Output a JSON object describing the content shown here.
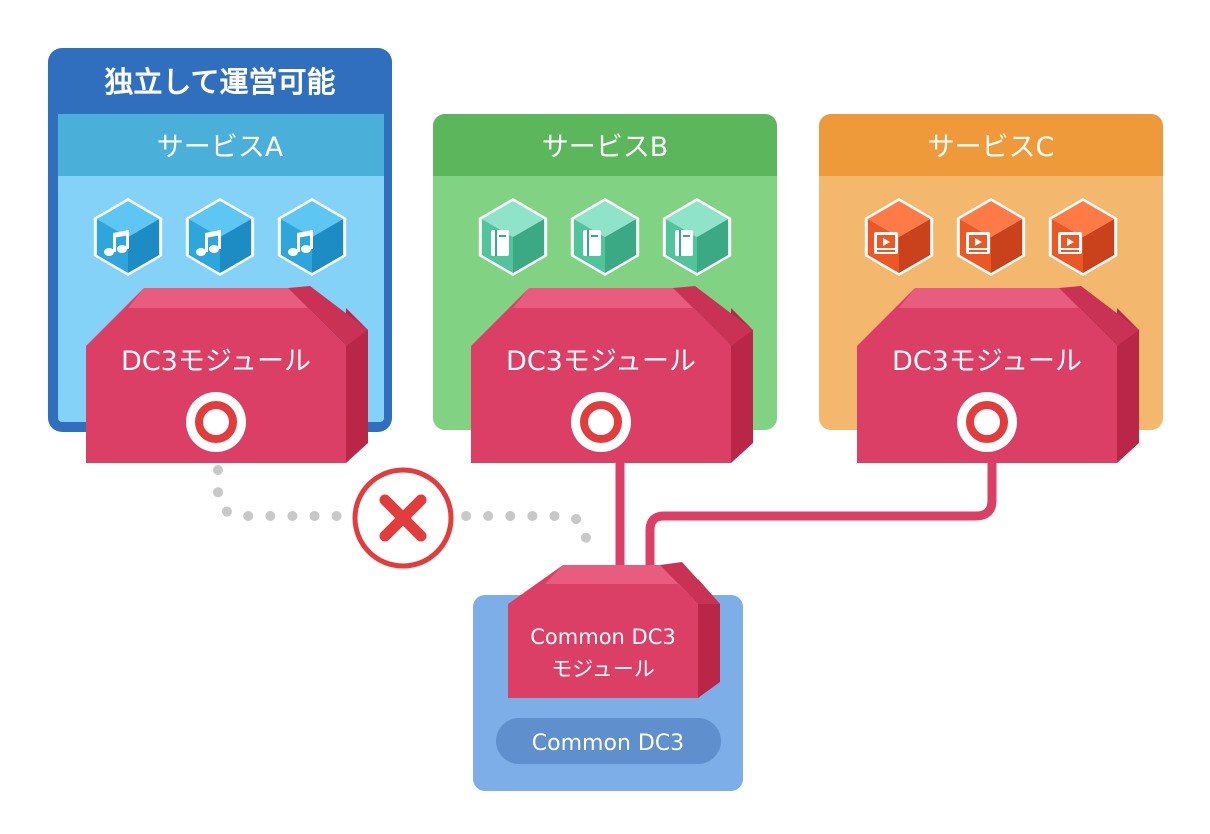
{
  "badge": {
    "label": "独立して運営可能"
  },
  "services": [
    {
      "title": "サービスA",
      "icon": "music-note-icon",
      "header_color": "#4ab0da",
      "body_color": "#84d2f7",
      "cube_top": "#5dc6f2",
      "cube_front": "#2ea6db",
      "cube_side": "#1e8cc4",
      "icon_color": "#ffffff"
    },
    {
      "title": "サービスB",
      "icon": "book-icon",
      "header_color": "#5cb75c",
      "body_color": "#82d283",
      "cube_top": "#8fe3c8",
      "cube_front": "#52c49c",
      "cube_side": "#3aa984",
      "icon_color": "#ffffff"
    },
    {
      "title": "サービスC",
      "icon": "video-player-icon",
      "header_color": "#ee9a3a",
      "body_color": "#f3b86e",
      "cube_top": "#ff7a47",
      "cube_front": "#ec5726",
      "cube_side": "#c9421b",
      "icon_color": "#ffffff"
    }
  ],
  "module": {
    "label": "DC3モジュール"
  },
  "common": {
    "module_line1": "Common DC3",
    "module_line2": "モジュール",
    "pill_label": "Common DC3",
    "panel_color": "#7eaee8",
    "pill_color": "#5f8fcc"
  },
  "colors": {
    "module_top": "#e85c7f",
    "module_front": "#dc3f66",
    "module_side": "#b92647",
    "connector": "#dc3f66",
    "blocked": "#e23c3c",
    "dotted": "#c8c8c8",
    "badge": "#2f6fbd"
  }
}
